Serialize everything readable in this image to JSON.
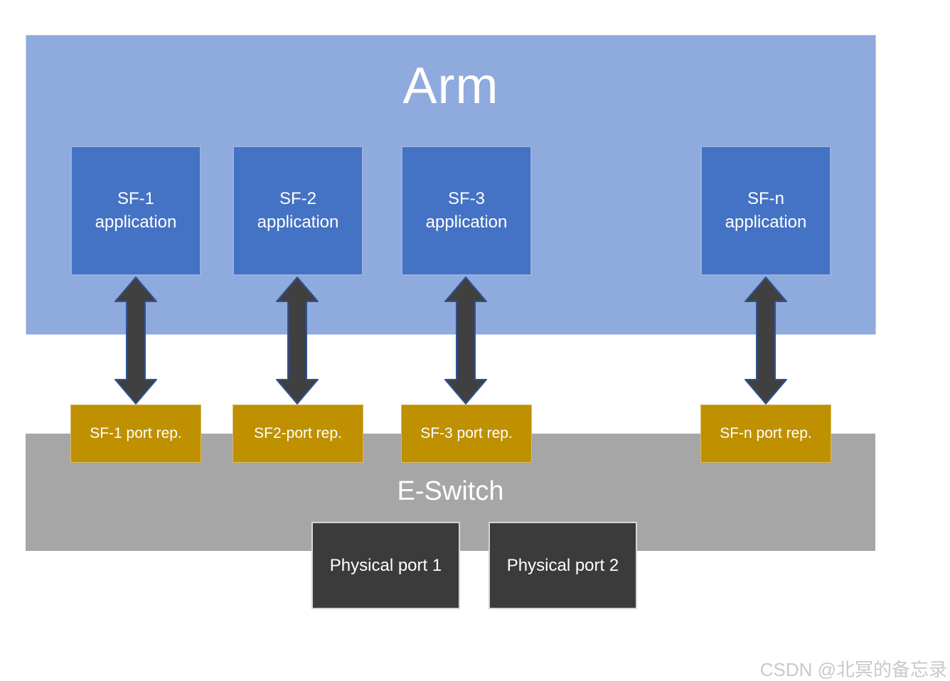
{
  "diagram": {
    "arm_label": "Arm",
    "eswitch_label": "E-Switch",
    "columns": [
      {
        "app_line1": "SF-1",
        "app_line2": "application",
        "port_label": "SF-1 port rep."
      },
      {
        "app_line1": "SF-2",
        "app_line2": "application",
        "port_label": "SF2-port rep."
      },
      {
        "app_line1": "SF-3",
        "app_line2": "application",
        "port_label": "SF-3 port rep."
      },
      {
        "app_line1": "SF-n",
        "app_line2": "application",
        "port_label": "SF-n port rep."
      }
    ],
    "physical_ports": [
      {
        "label": "Physical port 1"
      },
      {
        "label": "Physical port 2"
      }
    ],
    "watermark": "CSDN @北冥的备忘录",
    "colors": {
      "arm_bg": "#8FAADC",
      "app_box": "#4472C4",
      "port_box": "#BF9000",
      "eswitch_bg": "#A6A6A6",
      "physical_box": "#3B3B3B",
      "arrow_fill": "#404040",
      "arrow_outline": "#2E5395",
      "label_text": "#FFFFFF",
      "watermark": "#C9C9C9"
    }
  }
}
